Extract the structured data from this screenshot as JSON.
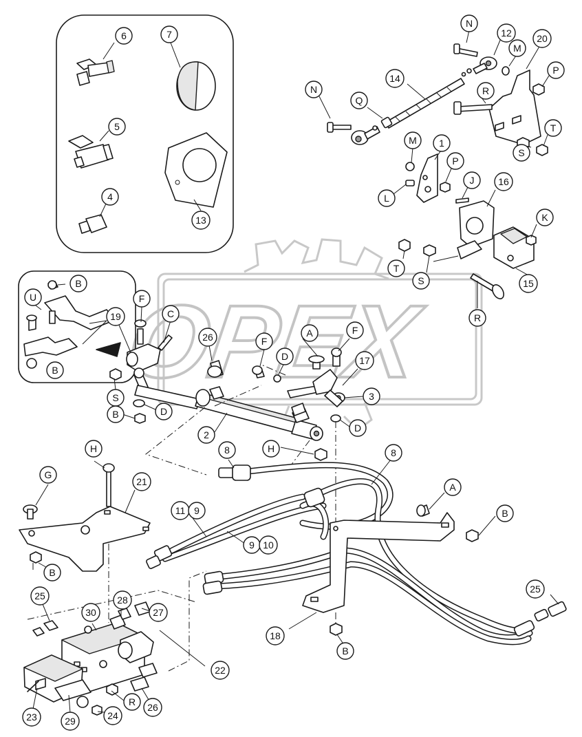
{
  "watermark": {
    "text": "OPEX",
    "color": "#c4c4c4"
  },
  "detail_boxes": [
    {
      "name": "fittings-detail-box",
      "callouts": [
        "6",
        "7",
        "5",
        "13",
        "4"
      ]
    },
    {
      "name": "bracket-detail-box",
      "callouts": [
        "B",
        "U",
        "19",
        "B"
      ]
    }
  ],
  "callouts": [
    {
      "id": "c6",
      "text": "6"
    },
    {
      "id": "c7",
      "text": "7"
    },
    {
      "id": "c5",
      "text": "5"
    },
    {
      "id": "c4",
      "text": "4"
    },
    {
      "id": "c13",
      "text": "13"
    },
    {
      "id": "cN1",
      "text": "N"
    },
    {
      "id": "c12",
      "text": "12"
    },
    {
      "id": "cM1",
      "text": "M"
    },
    {
      "id": "c20",
      "text": "20"
    },
    {
      "id": "cP1",
      "text": "P"
    },
    {
      "id": "c14",
      "text": "14"
    },
    {
      "id": "cN2",
      "text": "N"
    },
    {
      "id": "cQ",
      "text": "Q"
    },
    {
      "id": "cR1",
      "text": "R"
    },
    {
      "id": "cT1",
      "text": "T"
    },
    {
      "id": "cS1",
      "text": "S"
    },
    {
      "id": "cM2",
      "text": "M"
    },
    {
      "id": "c1",
      "text": "1"
    },
    {
      "id": "cP2",
      "text": "P"
    },
    {
      "id": "cL",
      "text": "L"
    },
    {
      "id": "cJ",
      "text": "J"
    },
    {
      "id": "c16",
      "text": "16"
    },
    {
      "id": "cK",
      "text": "K"
    },
    {
      "id": "cT2",
      "text": "T"
    },
    {
      "id": "cS2",
      "text": "S"
    },
    {
      "id": "c15",
      "text": "15"
    },
    {
      "id": "cR2",
      "text": "R"
    },
    {
      "id": "cB1",
      "text": "B"
    },
    {
      "id": "cU",
      "text": "U"
    },
    {
      "id": "c19",
      "text": "19"
    },
    {
      "id": "cB2",
      "text": "B"
    },
    {
      "id": "cF1",
      "text": "F"
    },
    {
      "id": "cC",
      "text": "C"
    },
    {
      "id": "c26a",
      "text": "26"
    },
    {
      "id": "cF2",
      "text": "F"
    },
    {
      "id": "cA1",
      "text": "A"
    },
    {
      "id": "cF3",
      "text": "F"
    },
    {
      "id": "cD1",
      "text": "D"
    },
    {
      "id": "c17",
      "text": "17"
    },
    {
      "id": "c3",
      "text": "3"
    },
    {
      "id": "cS3",
      "text": "S"
    },
    {
      "id": "cB3",
      "text": "B"
    },
    {
      "id": "cD2",
      "text": "D"
    },
    {
      "id": "cD3",
      "text": "D"
    },
    {
      "id": "c2",
      "text": "2"
    },
    {
      "id": "cH1",
      "text": "H"
    },
    {
      "id": "c8a",
      "text": "8"
    },
    {
      "id": "c8b",
      "text": "8"
    },
    {
      "id": "cH2",
      "text": "H"
    },
    {
      "id": "cG",
      "text": "G"
    },
    {
      "id": "c21",
      "text": "21"
    },
    {
      "id": "c11",
      "text": "11"
    },
    {
      "id": "c9a",
      "text": "9"
    },
    {
      "id": "c9b",
      "text": "9"
    },
    {
      "id": "c10",
      "text": "10"
    },
    {
      "id": "cA2",
      "text": "A"
    },
    {
      "id": "cB4",
      "text": "B"
    },
    {
      "id": "cB5",
      "text": "B"
    },
    {
      "id": "c25a",
      "text": "25"
    },
    {
      "id": "c30",
      "text": "30"
    },
    {
      "id": "c28",
      "text": "28"
    },
    {
      "id": "c27",
      "text": "27"
    },
    {
      "id": "c25b",
      "text": "25"
    },
    {
      "id": "c18",
      "text": "18"
    },
    {
      "id": "cB6",
      "text": "B"
    },
    {
      "id": "c22",
      "text": "22"
    },
    {
      "id": "cR3",
      "text": "R"
    },
    {
      "id": "c26b",
      "text": "26"
    },
    {
      "id": "c23",
      "text": "23"
    },
    {
      "id": "c29",
      "text": "29"
    },
    {
      "id": "c24",
      "text": "24"
    }
  ]
}
